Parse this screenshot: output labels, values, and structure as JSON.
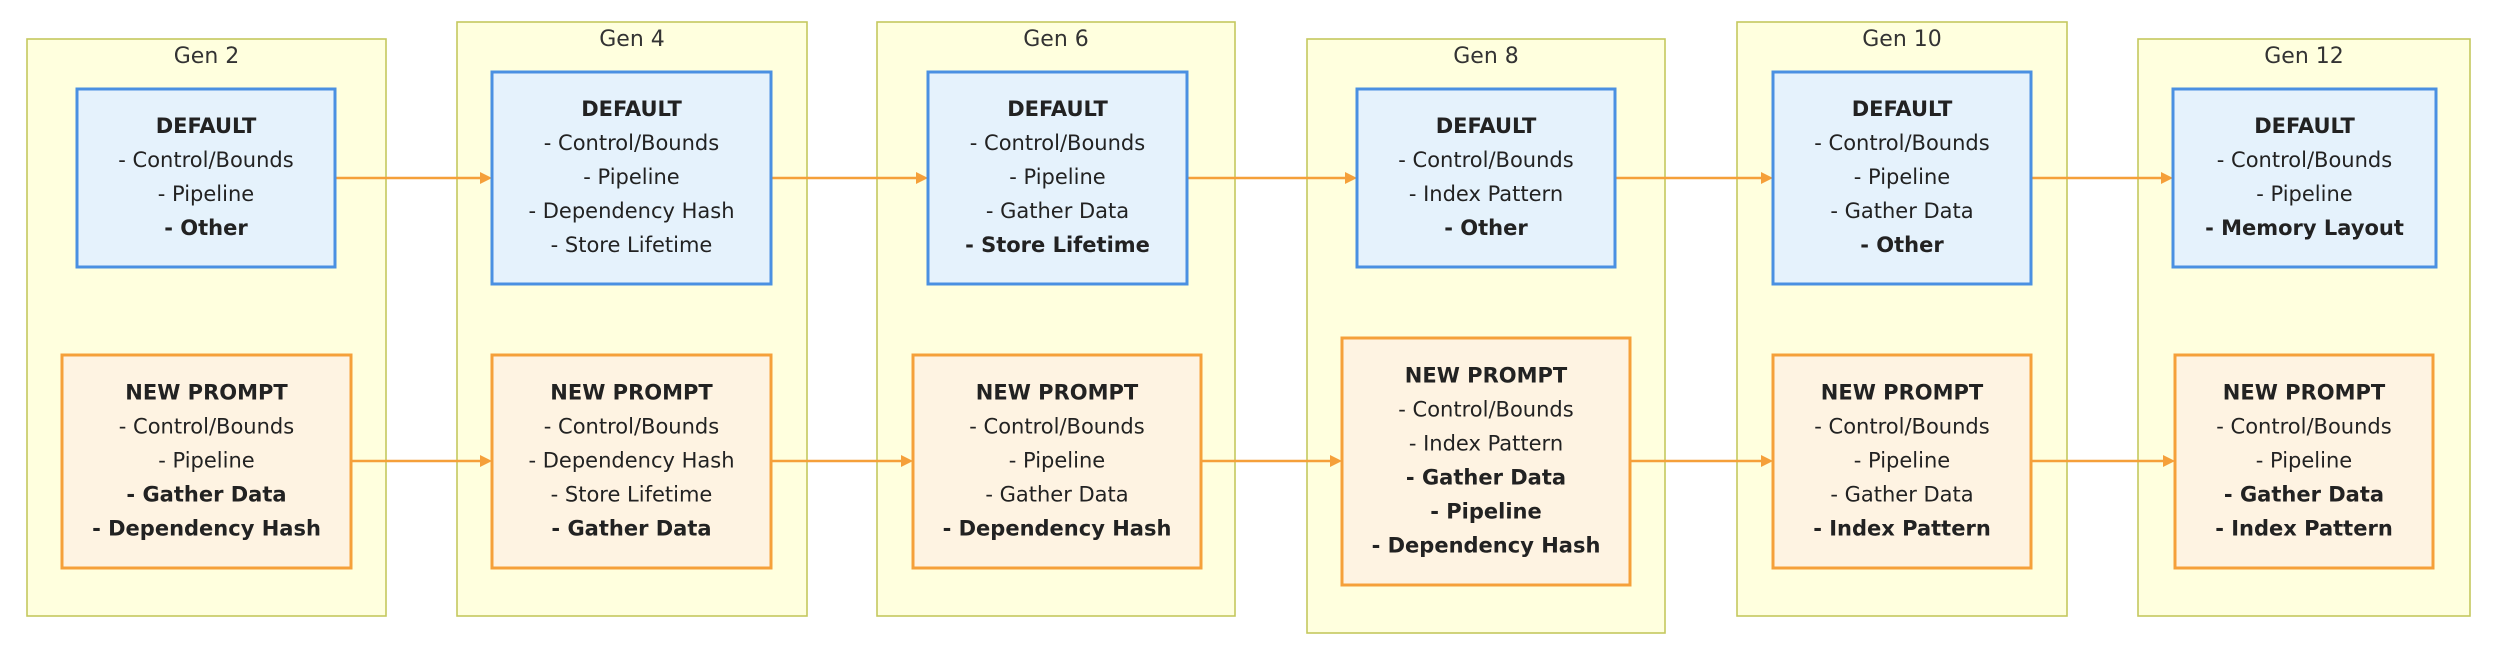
{
  "generations": [
    {
      "title": "Gen 2",
      "default": {
        "heading": "DEFAULT",
        "items": [
          {
            "text": "- Control/Bounds",
            "bold": false
          },
          {
            "text": "- Pipeline",
            "bold": false
          },
          {
            "text": "- Other",
            "bold": true
          }
        ]
      },
      "new_prompt": {
        "heading": "NEW PROMPT",
        "items": [
          {
            "text": "- Control/Bounds",
            "bold": false
          },
          {
            "text": "- Pipeline",
            "bold": false
          },
          {
            "text": "- Gather Data",
            "bold": true
          },
          {
            "text": "- Dependency Hash",
            "bold": true
          }
        ]
      }
    },
    {
      "title": "Gen 4",
      "default": {
        "heading": "DEFAULT",
        "items": [
          {
            "text": "- Control/Bounds",
            "bold": false
          },
          {
            "text": "- Pipeline",
            "bold": false
          },
          {
            "text": "- Dependency Hash",
            "bold": false
          },
          {
            "text": "- Store Lifetime",
            "bold": false
          }
        ]
      },
      "new_prompt": {
        "heading": "NEW PROMPT",
        "items": [
          {
            "text": "- Control/Bounds",
            "bold": false
          },
          {
            "text": "- Dependency Hash",
            "bold": false
          },
          {
            "text": "- Store Lifetime",
            "bold": false
          },
          {
            "text": "- Gather Data",
            "bold": true
          }
        ]
      }
    },
    {
      "title": "Gen 6",
      "default": {
        "heading": "DEFAULT",
        "items": [
          {
            "text": "- Control/Bounds",
            "bold": false
          },
          {
            "text": "- Pipeline",
            "bold": false
          },
          {
            "text": "- Gather Data",
            "bold": false
          },
          {
            "text": "- Store Lifetime",
            "bold": true
          }
        ]
      },
      "new_prompt": {
        "heading": "NEW PROMPT",
        "items": [
          {
            "text": "- Control/Bounds",
            "bold": false
          },
          {
            "text": "- Pipeline",
            "bold": false
          },
          {
            "text": "- Gather Data",
            "bold": false
          },
          {
            "text": "- Dependency Hash",
            "bold": true
          }
        ]
      }
    },
    {
      "title": "Gen 8",
      "default": {
        "heading": "DEFAULT",
        "items": [
          {
            "text": "- Control/Bounds",
            "bold": false
          },
          {
            "text": "- Index Pattern",
            "bold": false
          },
          {
            "text": "- Other",
            "bold": true
          }
        ]
      },
      "new_prompt": {
        "heading": "NEW PROMPT",
        "items": [
          {
            "text": "- Control/Bounds",
            "bold": false
          },
          {
            "text": "- Index Pattern",
            "bold": false
          },
          {
            "text": "- Gather Data",
            "bold": true
          },
          {
            "text": "- Pipeline",
            "bold": true
          },
          {
            "text": "- Dependency Hash",
            "bold": true
          }
        ]
      }
    },
    {
      "title": "Gen 10",
      "default": {
        "heading": "DEFAULT",
        "items": [
          {
            "text": "- Control/Bounds",
            "bold": false
          },
          {
            "text": "- Pipeline",
            "bold": false
          },
          {
            "text": "- Gather Data",
            "bold": false
          },
          {
            "text": "- Other",
            "bold": true
          }
        ]
      },
      "new_prompt": {
        "heading": "NEW PROMPT",
        "items": [
          {
            "text": "- Control/Bounds",
            "bold": false
          },
          {
            "text": "- Pipeline",
            "bold": false
          },
          {
            "text": "- Gather Data",
            "bold": false
          },
          {
            "text": "- Index Pattern",
            "bold": true
          }
        ]
      }
    },
    {
      "title": "Gen 12",
      "default": {
        "heading": "DEFAULT",
        "items": [
          {
            "text": "- Control/Bounds",
            "bold": false
          },
          {
            "text": "- Pipeline",
            "bold": false
          },
          {
            "text": "- Memory Layout",
            "bold": true
          }
        ]
      },
      "new_prompt": {
        "heading": "NEW PROMPT",
        "items": [
          {
            "text": "- Control/Bounds",
            "bold": false
          },
          {
            "text": "- Pipeline",
            "bold": false
          },
          {
            "text": "- Gather Data",
            "bold": true
          },
          {
            "text": "- Index Pattern",
            "bold": true
          }
        ]
      }
    }
  ],
  "colors": {
    "gen_fill": "#ffffde",
    "gen_stroke": "#c5c85e",
    "default_fill": "#e5f2fc",
    "default_stroke": "#4a90e2",
    "prompt_fill": "#fef3e2",
    "prompt_stroke": "#f5a03a",
    "edge": "#f5a03a"
  }
}
